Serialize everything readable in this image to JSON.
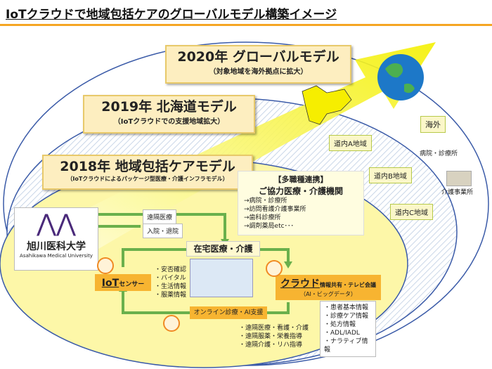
{
  "title": "IoTクラウドで地域包括ケアのグローバルモデル構築イメージ",
  "banners": [
    {
      "title": "2020年 グローバルモデル",
      "sub": "（対象地域を海外拠点に拡大）"
    },
    {
      "title": "2019年 北海道モデル",
      "sub": "（IoTクラウドでの支援地域拡大）"
    },
    {
      "title": "2018年 地域包括ケアモデル",
      "sub": "（IoTクラウドによるパッケージ型医療・介護インフラモデル）"
    }
  ],
  "regions": {
    "overseas": "海外",
    "overseas_facility": "病院・診療所",
    "a": "道内A地域",
    "b": "道内B地域",
    "c": "道内C地域",
    "care_office": "介護事業所"
  },
  "partners": {
    "header": "【多職種連携】",
    "title": "ご協力医療・介護機関",
    "items": [
      "→病院・診療所",
      "→訪問看護介護事業所",
      "→歯科診療所",
      "→調剤薬局etc･･･"
    ]
  },
  "university": {
    "name": "旭川医科大学",
    "name_en": "Asahikawa Medical University"
  },
  "links": {
    "remote": "遠隔医療",
    "admission": "入院・退院"
  },
  "home_care": "在宅医療・介護",
  "iot": {
    "main": "IoT",
    "sub": "センサー",
    "items": [
      "・安否確認",
      "・バイタル",
      "・生活情報",
      "・服薬情報"
    ]
  },
  "cloud": {
    "main": "クラウド",
    "sub": "情報共有・テレビ会議",
    "note": "（AI・ビッグデータ）",
    "items": [
      "・患者基本情報",
      "・診療ケア情報",
      "・処方情報",
      "・ADL/IADL",
      "・ナラティブ情報"
    ]
  },
  "online": {
    "label": "オンライン診療・AI支援",
    "items": [
      "・遠隔医療・看護・介護",
      "・遠隔服薬・栄養指導",
      "・遠隔介護・リハ指導"
    ]
  },
  "colors": {
    "accent": "#f5a623",
    "yellow": "#fdf7a8",
    "green": "#6ab04c"
  }
}
